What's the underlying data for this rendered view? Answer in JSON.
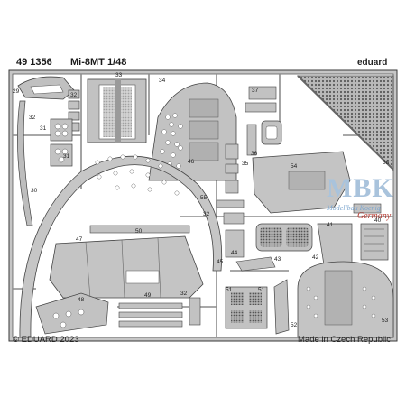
{
  "fret": {
    "code": "49 1356",
    "model": "Mi-8MT 1/48",
    "brand": "eduard",
    "copyright": "© EDUARD 2023",
    "origin": "Made in Czech Republic"
  },
  "watermark": {
    "name": "MBK",
    "line1": "Modellbau Koenig",
    "line2": "Germany"
  },
  "part_numbers": [
    "29",
    "33",
    "34",
    "37",
    "32",
    "32",
    "31",
    "31",
    "30",
    "46",
    "36",
    "35",
    "54",
    "38",
    "55",
    "32",
    "50",
    "47",
    "44",
    "43",
    "41",
    "40",
    "42",
    "45",
    "48",
    "49",
    "32",
    "51",
    "51",
    "52",
    "53"
  ],
  "colors": {
    "metal": "#c2c2c2",
    "edge": "#4a4a4a",
    "sprue": "#8c8c8c",
    "slot": "#6f6f6f"
  }
}
